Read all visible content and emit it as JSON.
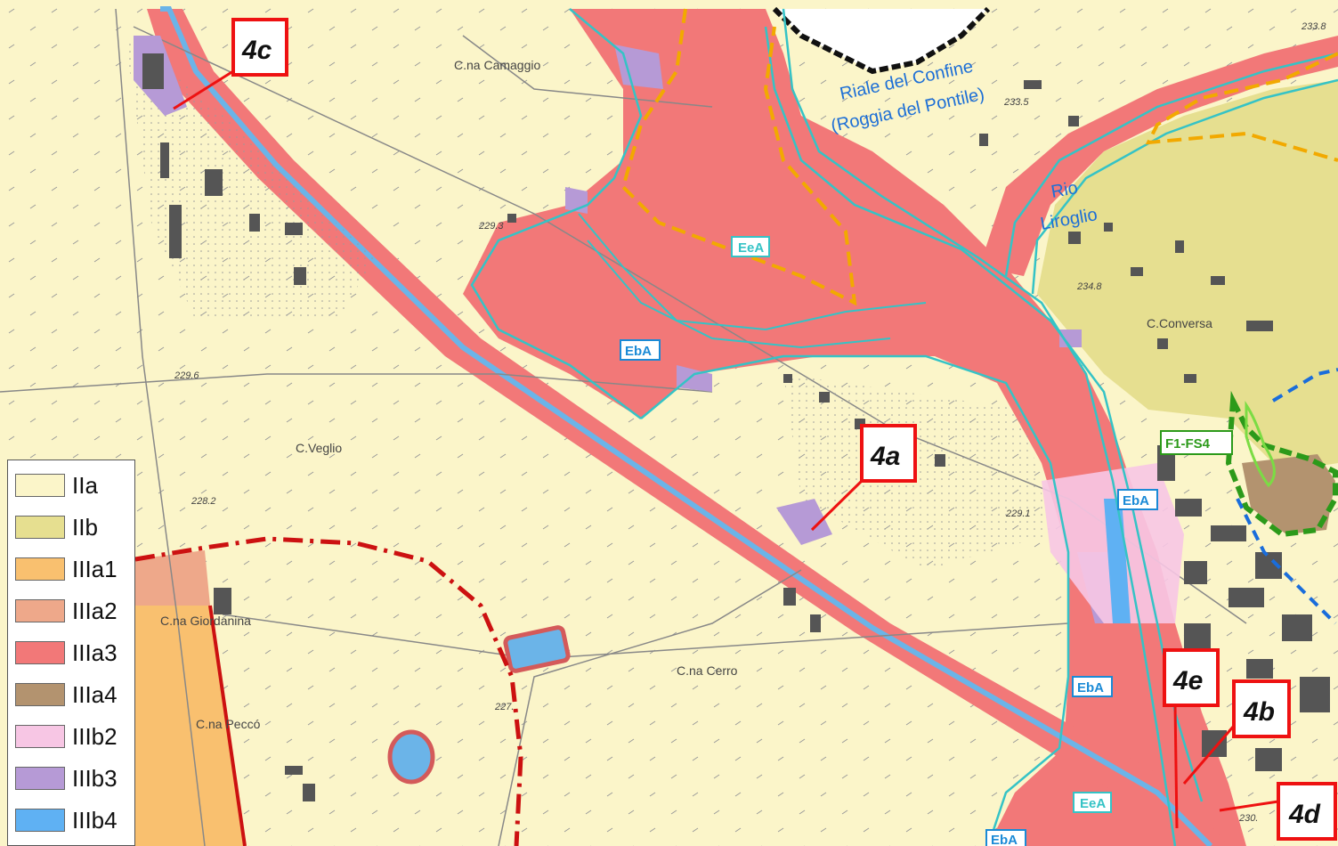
{
  "legend": [
    {
      "code": "IIa",
      "color": "#fbf5c9"
    },
    {
      "code": "IIb",
      "color": "#e6df90"
    },
    {
      "code": "IIIa1",
      "color": "#f9c06f"
    },
    {
      "code": "IIIa2",
      "color": "#eea88a"
    },
    {
      "code": "IIIa3",
      "color": "#f27878"
    },
    {
      "code": "IIIa4",
      "color": "#b3936f"
    },
    {
      "code": "IIIb2",
      "color": "#f7c6e4"
    },
    {
      "code": "IIIb3",
      "color": "#b69ad6"
    },
    {
      "code": "IIIb4",
      "color": "#5fb1f3"
    }
  ],
  "callouts": {
    "c4c": "4c",
    "c4a": "4a",
    "c4e": "4e",
    "c4b": "4b",
    "c4d": "4d"
  },
  "places": {
    "camaggio": "C.na Camaggio",
    "veglio": "C.Veglio",
    "giordanina": "C.na Giordanina",
    "cerro": "C.na Cerro",
    "pecco": "C.na Peccó",
    "conversa": "C.Conversa"
  },
  "streams": {
    "riale_1": "Riale del Confine",
    "riale_2": "(Roggia del Pontile)",
    "rio_1": "Rio",
    "rio_2": "Liroglio"
  },
  "codes": {
    "eea_top": "EeA",
    "eba_left": "EbA",
    "eba_right": "EbA",
    "eba_mid": "EbA",
    "eea_bottom": "EeA",
    "eba_bottom": "EbA",
    "f1fs4": "F1-FS4"
  },
  "elevations": {
    "e229_3": "229.3",
    "e229_6": "229.6",
    "e228_2": "228.2",
    "e229_1": "229.1",
    "e227": "227.",
    "e233_5": "233.5",
    "e234_8": "234.8",
    "e233_8": "233.8",
    "e230": "230."
  },
  "colors": {
    "river": "#6bb4e8",
    "pink_zone": "#f27878",
    "orange_dash": "#f2a900",
    "red_line": "#cc1111",
    "green_dash": "#2c9a1a",
    "blue_dash": "#1a6ddb",
    "cyan_line": "#35c3c6"
  }
}
